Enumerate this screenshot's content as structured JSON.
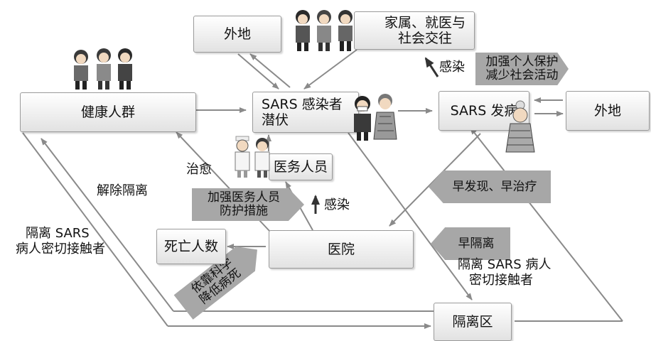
{
  "nodes": {
    "healthy": "健康人群",
    "waidi_top": "外地",
    "family": [
      "家属、就医与",
      "社会交往"
    ],
    "latent": [
      "SARS 感染者",
      "潜伏"
    ],
    "onset": "SARS 发病",
    "waidi_right": "外地",
    "medical": "医务人员",
    "hospital": "医院",
    "death": "死亡人数",
    "quarantine": "隔离区"
  },
  "labels": {
    "infect_top": "感染",
    "infect_mid": "感染",
    "cure": "治愈",
    "release": "解除隔离",
    "isolate_left": [
      "隔离 SARS",
      "病人密切接触者"
    ],
    "isolate_right": [
      "隔离 SARS 病人",
      "密切接触者"
    ]
  },
  "measures": {
    "personal_protection": [
      "加强个人保护",
      "减少社会活动"
    ],
    "staff_protection": [
      "加强医务人员",
      "防护措施"
    ],
    "early_treat": "早发现、早治疗",
    "early_isolate": "早隔离",
    "science": [
      "依靠科学",
      "降低病死"
    ]
  },
  "colors": {
    "arrow_gray": "#8a8a8a",
    "band_gray": "#a7a7a7",
    "box_border": "#9a9a9a"
  },
  "icons": [
    "three-people-icon",
    "family-people-icon",
    "doctor-nurse-icon",
    "infected-person-icon",
    "sick-person-icon"
  ]
}
